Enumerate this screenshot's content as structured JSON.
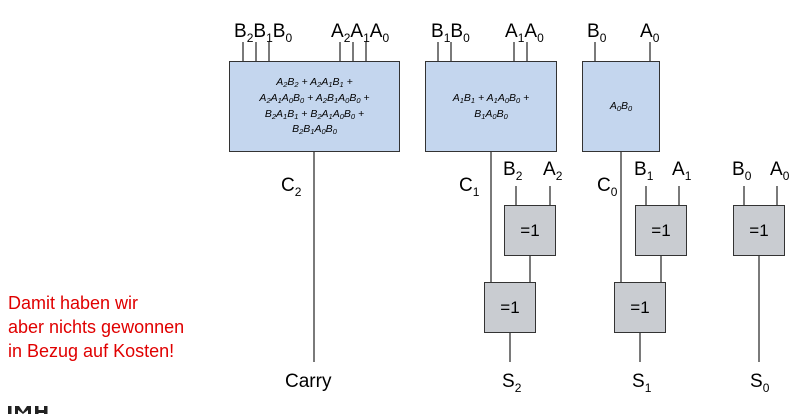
{
  "inputs": {
    "block_c2": {
      "b": [
        {
          "v": "B",
          "s": "2"
        },
        {
          "v": "B",
          "s": "1"
        },
        {
          "v": "B",
          "s": "0"
        }
      ],
      "a": [
        {
          "v": "A",
          "s": "2"
        },
        {
          "v": "A",
          "s": "1"
        },
        {
          "v": "A",
          "s": "0"
        }
      ]
    },
    "block_c1": {
      "b": [
        {
          "v": "B",
          "s": "1"
        },
        {
          "v": "B",
          "s": "0"
        }
      ],
      "a": [
        {
          "v": "A",
          "s": "1"
        },
        {
          "v": "A",
          "s": "0"
        }
      ]
    },
    "block_c0": {
      "b": [
        {
          "v": "B",
          "s": "0"
        }
      ],
      "a": [
        {
          "v": "A",
          "s": "0"
        }
      ]
    }
  },
  "boxes": {
    "c2_lines": [
      [
        {
          "v": "A",
          "s": "2"
        },
        {
          "v": "B",
          "s": "2"
        },
        {
          "t": " + "
        },
        {
          "v": "A",
          "s": "2"
        },
        {
          "v": "A",
          "s": "1"
        },
        {
          "v": "B",
          "s": "1"
        },
        {
          "t": " +"
        }
      ],
      [
        {
          "v": "A",
          "s": "2"
        },
        {
          "v": "A",
          "s": "1"
        },
        {
          "v": "A",
          "s": "0"
        },
        {
          "v": "B",
          "s": "0"
        },
        {
          "t": " + "
        },
        {
          "v": "A",
          "s": "2"
        },
        {
          "v": "B",
          "s": "1"
        },
        {
          "v": "A",
          "s": "0"
        },
        {
          "v": "B",
          "s": "0"
        },
        {
          "t": " +"
        }
      ],
      [
        {
          "v": "B",
          "s": "2"
        },
        {
          "v": "A",
          "s": "1"
        },
        {
          "v": "B",
          "s": "1"
        },
        {
          "t": " + "
        },
        {
          "v": "B",
          "s": "2"
        },
        {
          "v": "A",
          "s": "1"
        },
        {
          "v": "A",
          "s": "0"
        },
        {
          "v": "B",
          "s": "0"
        },
        {
          "t": " +"
        }
      ],
      [
        {
          "v": "B",
          "s": "2"
        },
        {
          "v": "B",
          "s": "1"
        },
        {
          "v": "A",
          "s": "0"
        },
        {
          "v": "B",
          "s": "0"
        }
      ]
    ],
    "c1_lines": [
      [
        {
          "v": "A",
          "s": "1"
        },
        {
          "v": "B",
          "s": "1"
        },
        {
          "t": " + "
        },
        {
          "v": "A",
          "s": "1"
        },
        {
          "v": "A",
          "s": "0"
        },
        {
          "v": "B",
          "s": "0"
        },
        {
          "t": " +"
        }
      ],
      [
        {
          "v": "B",
          "s": "1"
        },
        {
          "v": "A",
          "s": "0"
        },
        {
          "v": "B",
          "s": "0"
        }
      ]
    ],
    "c0_lines": [
      [
        {
          "v": "A",
          "s": "0"
        },
        {
          "v": "B",
          "s": "0"
        }
      ]
    ]
  },
  "carry_labels": {
    "c2": {
      "v": "C",
      "s": "2"
    },
    "c1": {
      "v": "C",
      "s": "1"
    },
    "c0": {
      "v": "C",
      "s": "0"
    }
  },
  "xor_inputs": {
    "s2": [
      {
        "v": "B",
        "s": "2"
      },
      {
        "v": "A",
        "s": "2"
      }
    ],
    "s1": [
      {
        "v": "B",
        "s": "1"
      },
      {
        "v": "A",
        "s": "1"
      }
    ],
    "s0": [
      {
        "v": "B",
        "s": "0"
      },
      {
        "v": "A",
        "s": "0"
      }
    ]
  },
  "xor_label": "=1",
  "outputs": {
    "carry": "Carry",
    "s2": {
      "v": "S",
      "s": "2"
    },
    "s1": {
      "v": "S",
      "s": "1"
    },
    "s0": {
      "v": "S",
      "s": "0"
    }
  },
  "note": {
    "lines": [
      "Damit haben wir",
      "aber nichts gewonnen",
      "in Bezug auf Kosten!"
    ],
    "color": "#e00000"
  },
  "colors": {
    "logic_box_fill": "#c4d6ee",
    "xor_box_fill": "#c9ccd1",
    "wire": "#333333"
  },
  "logo": {
    "name": "university-logo"
  }
}
